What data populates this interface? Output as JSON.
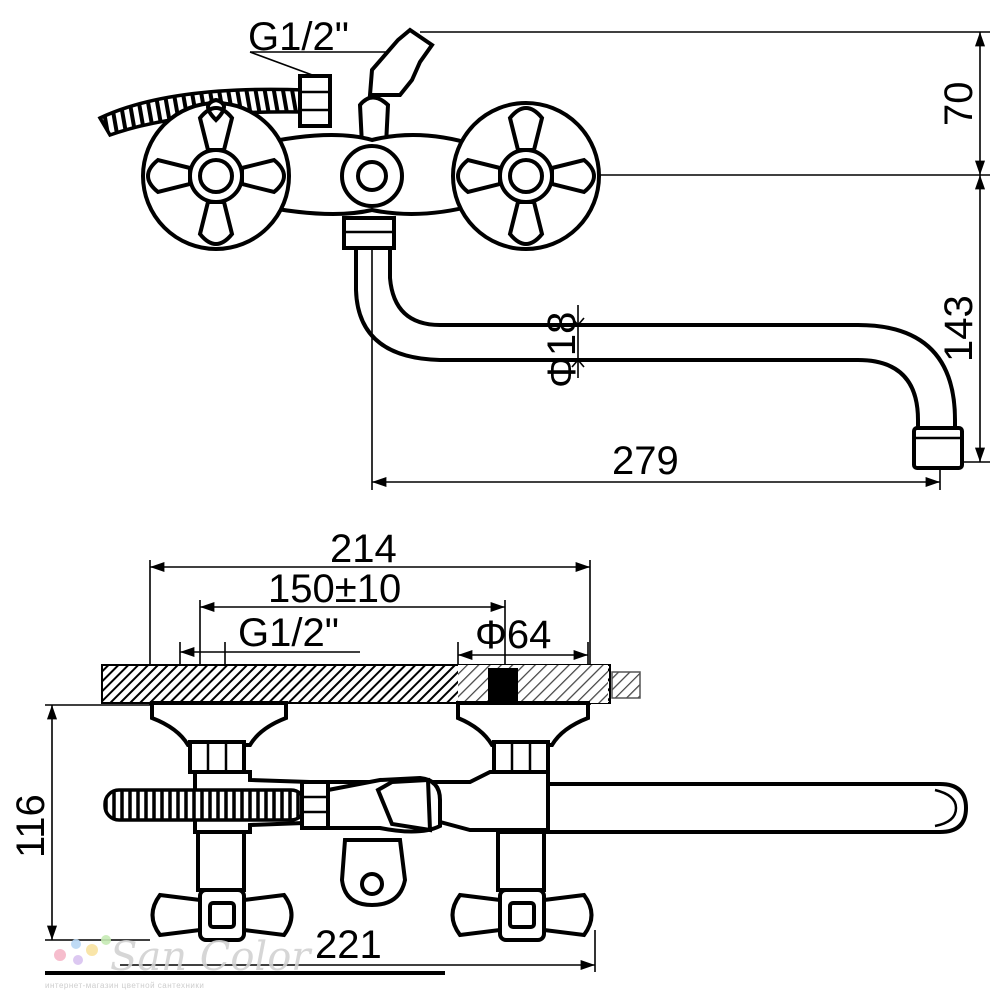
{
  "top_view": {
    "dim_inlet": "G1/2\"",
    "dim_height_upper": "70",
    "dim_height_lower": "143",
    "dim_spout_diameter": "Φ18",
    "dim_spout_reach": "279"
  },
  "bottom_view": {
    "dim_overall_width": "214",
    "dim_center_distance": "150±10",
    "dim_inlet": "G1/2\"",
    "dim_flange_diameter": "Φ64",
    "dim_depth": "116",
    "dim_spout_length": "221"
  },
  "watermark": {
    "brand": "San Color",
    "tagline": "интернет-магазин цветной сантехники",
    "dot_colors": [
      "#f6b6c8",
      "#b9d8f4",
      "#f9e3a0",
      "#c6eab4",
      "#d9c3f0"
    ]
  }
}
